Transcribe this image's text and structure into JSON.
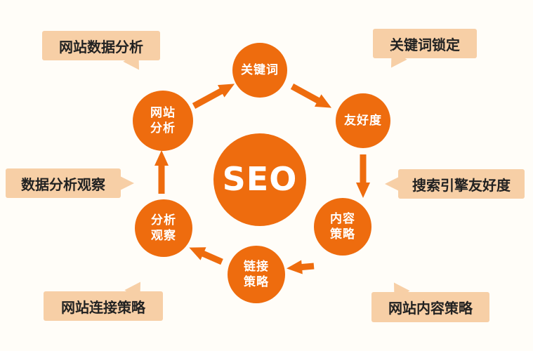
{
  "center": {
    "label": "SEO"
  },
  "nodes": [
    {
      "id": "keywords",
      "label": "关键词"
    },
    {
      "id": "friendliness",
      "label": "友好度"
    },
    {
      "id": "content-strategy",
      "label": "内容\n策略"
    },
    {
      "id": "link-strategy",
      "label": "链接\n策略"
    },
    {
      "id": "analysis-observation",
      "label": "分析\n观察"
    },
    {
      "id": "site-analysis",
      "label": "网站\n分析"
    }
  ],
  "callouts": [
    {
      "id": "site-data-analysis",
      "label": "网站数据分析"
    },
    {
      "id": "keyword-locking",
      "label": "关键词锁定"
    },
    {
      "id": "data-analysis-observation",
      "label": "数据分析观察"
    },
    {
      "id": "search-engine-friendliness",
      "label": "搜索引擎友好度"
    },
    {
      "id": "site-link-strategy",
      "label": "网站连接策略"
    },
    {
      "id": "site-content-strategy",
      "label": "网站内容策略"
    }
  ],
  "colors": {
    "node_fill": "#ee6c0e",
    "node_text": "#ffffff",
    "callout_fill": "#f7cfa6",
    "callout_text": "#222222",
    "arrow": "#ee6c0e",
    "background": "#fffdf8"
  }
}
